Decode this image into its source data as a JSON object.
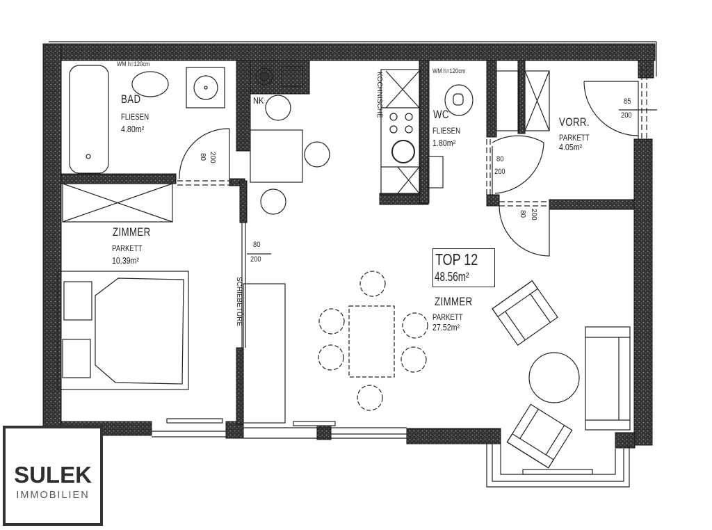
{
  "plan": {
    "unit": {
      "label": "TOP 12",
      "area": "48.56m²"
    },
    "rooms": [
      {
        "id": "bad",
        "name": "BAD",
        "floor": "FLIESEN",
        "area": "4.80m²"
      },
      {
        "id": "wc",
        "name": "WC",
        "floor": "FLIESEN",
        "area": "1.80m²"
      },
      {
        "id": "vorraum",
        "name": "VORR.",
        "floor": "PARKETT",
        "area": "4.05m²"
      },
      {
        "id": "schlafzimmer",
        "name": "ZIMMER",
        "floor": "PARKETT",
        "area": "10.39m²"
      },
      {
        "id": "wohnzimmer",
        "name": "ZIMMER",
        "floor": "PARKETT",
        "area": "27.52m²"
      }
    ],
    "annotations": {
      "kochnische": "KOCHNISCHE",
      "schiebetuere": "SCHIEBETÜRE",
      "nk": "NK",
      "wm_bad": "WM  h=120cm",
      "wm_wc": "WM  h=120cm"
    },
    "doors": [
      {
        "id": "bad-door",
        "width": "80",
        "height": "200"
      },
      {
        "id": "wc-door",
        "width": "80",
        "height": "200"
      },
      {
        "id": "entrance-door",
        "width": "85",
        "height": "200"
      },
      {
        "id": "living-door",
        "width": "80",
        "height": "200"
      },
      {
        "id": "sliding-door",
        "width": "80",
        "height": "200"
      }
    ]
  },
  "logo": {
    "name": "SULEK",
    "subtitle": "IMMOBILIEN"
  },
  "colors": {
    "wall": "#2a2a2a",
    "line": "#222222",
    "background": "#ffffff"
  }
}
